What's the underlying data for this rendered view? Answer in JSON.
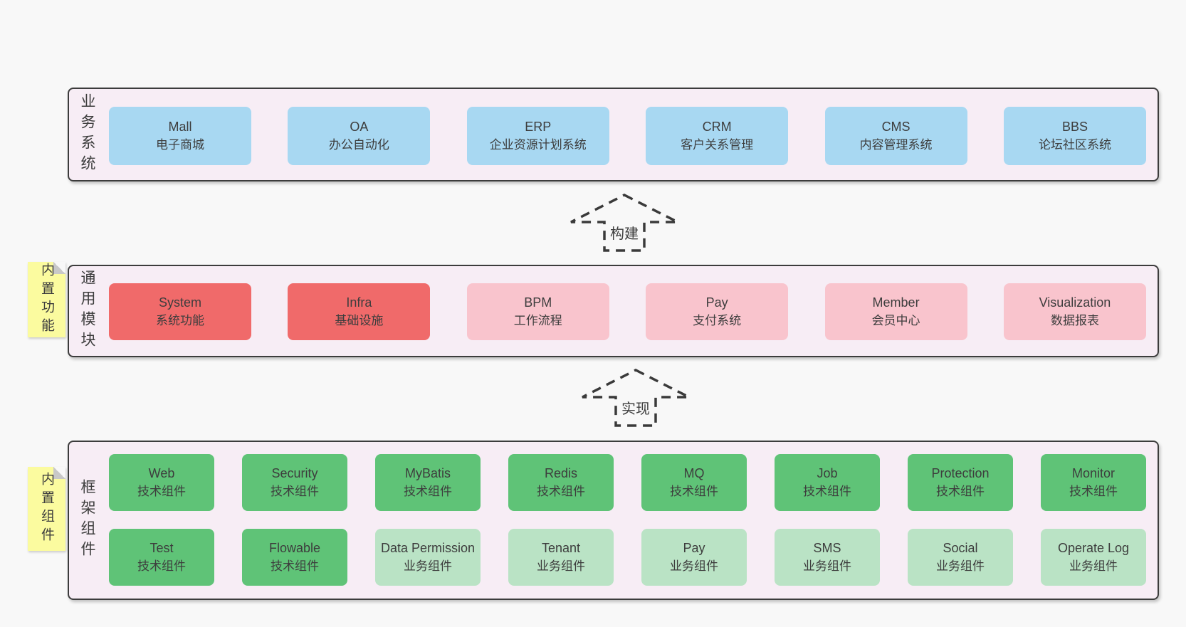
{
  "colors": {
    "page_bg": "#f8f8f8",
    "container_bg": "#f7edf5",
    "container_border": "#3c3c3c",
    "blue": "#a8d8f2",
    "red": "#f06a6a",
    "pink": "#f9c4cd",
    "green": "#5fc377",
    "light_green": "#bae3c5",
    "tag_bg": "#fbfb9f",
    "tag_fold": "#c8c8c8",
    "text": "#3d3d3d"
  },
  "arrows": [
    {
      "id": "build",
      "label": "构建"
    },
    {
      "id": "implement",
      "label": "实现"
    }
  ],
  "layers": [
    {
      "id": "business-systems",
      "side_label": "业务系统",
      "tag": "",
      "rows": [
        [
          {
            "name": "Mall",
            "desc": "电子商城",
            "variant": "blue"
          },
          {
            "name": "OA",
            "desc": "办公自动化",
            "variant": "blue"
          },
          {
            "name": "ERP",
            "desc": "企业资源计划系统",
            "variant": "blue"
          },
          {
            "name": "CRM",
            "desc": "客户关系管理",
            "variant": "blue"
          },
          {
            "name": "CMS",
            "desc": "内容管理系统",
            "variant": "blue"
          },
          {
            "name": "BBS",
            "desc": "论坛社区系统",
            "variant": "blue"
          }
        ]
      ]
    },
    {
      "id": "common-modules",
      "side_label": "通用模块",
      "tag": "内置功能",
      "rows": [
        [
          {
            "name": "System",
            "desc": "系统功能",
            "variant": "red"
          },
          {
            "name": "Infra",
            "desc": "基础设施",
            "variant": "red"
          },
          {
            "name": "BPM",
            "desc": "工作流程",
            "variant": "pink"
          },
          {
            "name": "Pay",
            "desc": "支付系统",
            "variant": "pink"
          },
          {
            "name": "Member",
            "desc": "会员中心",
            "variant": "pink"
          },
          {
            "name": "Visualization",
            "desc": "数据报表",
            "variant": "pink"
          }
        ]
      ]
    },
    {
      "id": "framework-components",
      "side_label": "框架组件",
      "tag": "内置组件",
      "rows": [
        [
          {
            "name": "Web",
            "desc": "技术组件",
            "variant": "green"
          },
          {
            "name": "Security",
            "desc": "技术组件",
            "variant": "green"
          },
          {
            "name": "MyBatis",
            "desc": "技术组件",
            "variant": "green"
          },
          {
            "name": "Redis",
            "desc": "技术组件",
            "variant": "green"
          },
          {
            "name": "MQ",
            "desc": "技术组件",
            "variant": "green"
          },
          {
            "name": "Job",
            "desc": "技术组件",
            "variant": "green"
          },
          {
            "name": "Protection",
            "desc": "技术组件",
            "variant": "green"
          },
          {
            "name": "Monitor",
            "desc": "技术组件",
            "variant": "green"
          }
        ],
        [
          {
            "name": "Test",
            "desc": "技术组件",
            "variant": "green"
          },
          {
            "name": "Flowable",
            "desc": "技术组件",
            "variant": "green"
          },
          {
            "name": "Data Permission",
            "desc": "业务组件",
            "variant": "light_green"
          },
          {
            "name": "Tenant",
            "desc": "业务组件",
            "variant": "light_green"
          },
          {
            "name": "Pay",
            "desc": "业务组件",
            "variant": "light_green"
          },
          {
            "name": "SMS",
            "desc": "业务组件",
            "variant": "light_green"
          },
          {
            "name": "Social",
            "desc": "业务组件",
            "variant": "light_green"
          },
          {
            "name": "Operate Log",
            "desc": "业务组件",
            "variant": "light_green"
          }
        ]
      ]
    }
  ]
}
